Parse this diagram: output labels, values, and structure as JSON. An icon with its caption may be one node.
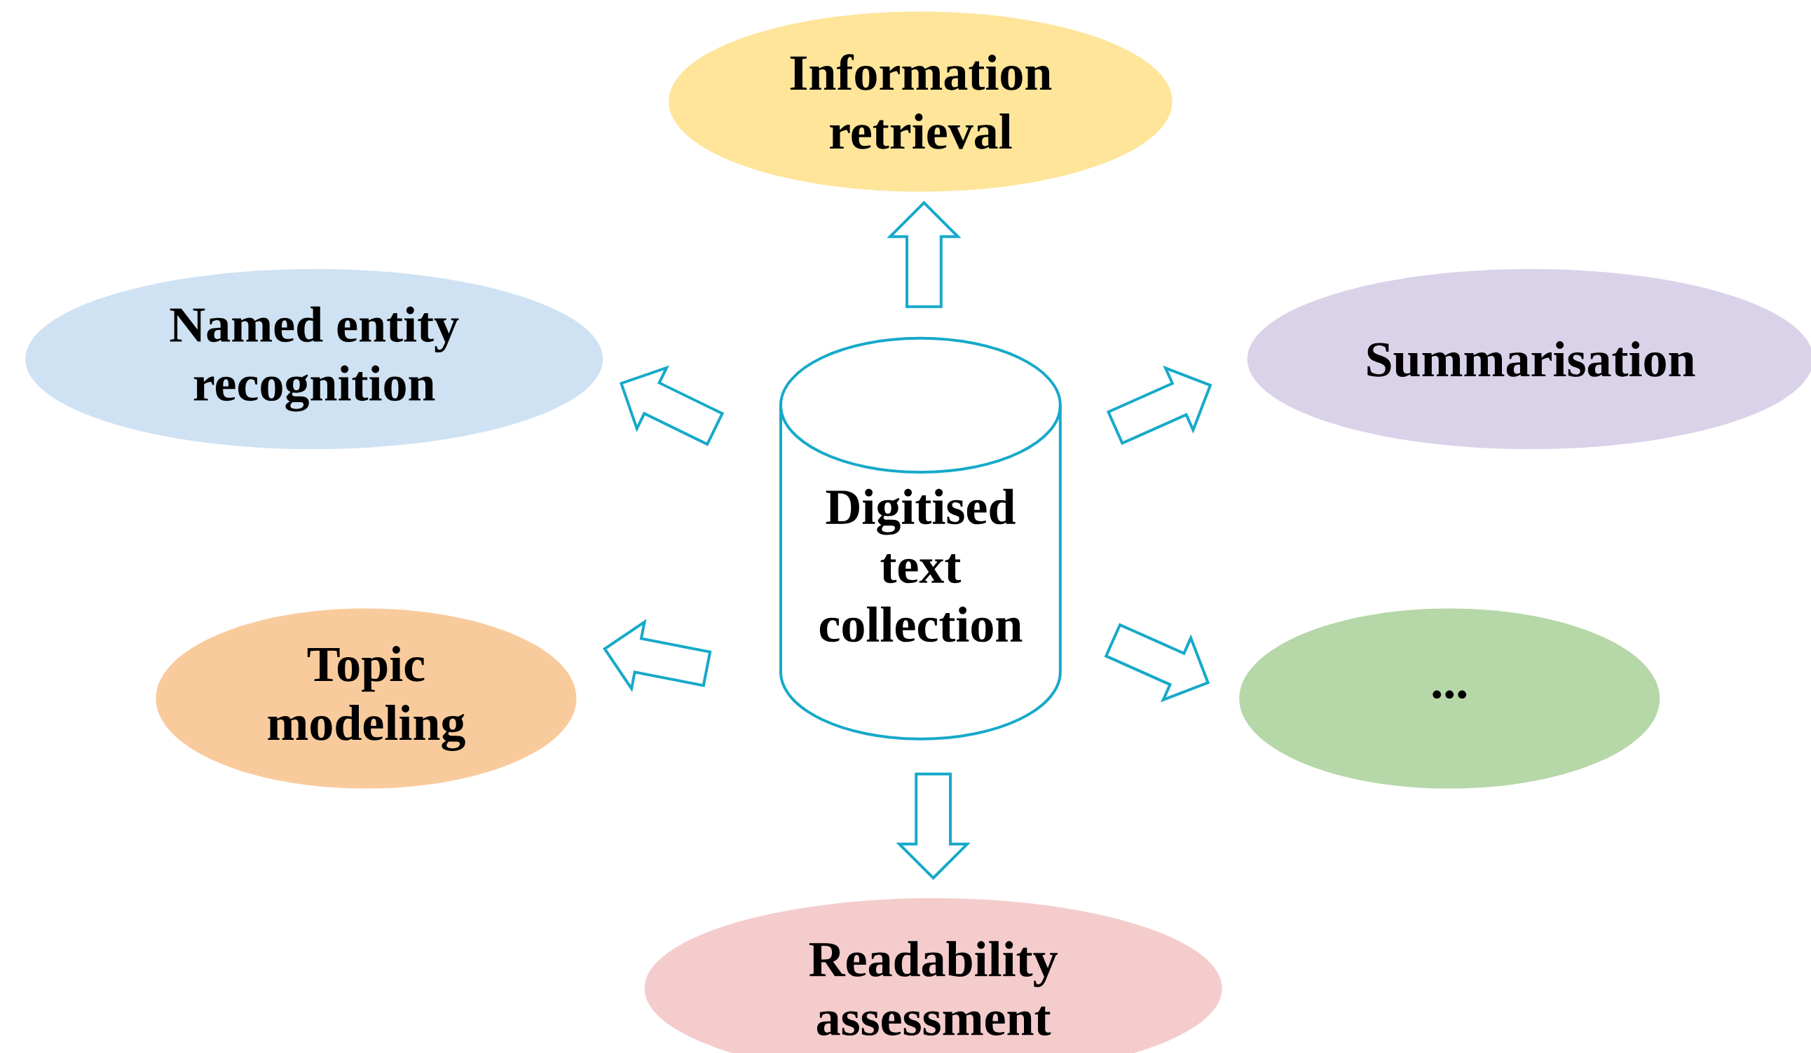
{
  "diagram": {
    "nodes": [
      {
        "text": [
          "Digitised text collection"
        ]
      },
      {
        "text": [
          "Information retrieval"
        ]
      },
      {
        "text": [
          "Named entity recognition"
        ]
      },
      {
        "text": [
          "Summarisation"
        ]
      },
      {
        "text": [
          "Topic modeling"
        ]
      },
      {
        "text": [
          "..."
        ]
      },
      {
        "text": [
          "Readability assessment"
        ]
      }
    ],
    "edges": [
      {
        "from": 0,
        "to": 1,
        "arrow": "to"
      },
      {
        "from": 0,
        "to": 2,
        "arrow": "to"
      },
      {
        "from": 0,
        "to": 3,
        "arrow": "to"
      },
      {
        "from": 0,
        "to": 4,
        "arrow": "to"
      },
      {
        "from": 0,
        "to": 5,
        "arrow": "to"
      },
      {
        "from": 0,
        "to": 6,
        "arrow": "to"
      }
    ]
  }
}
